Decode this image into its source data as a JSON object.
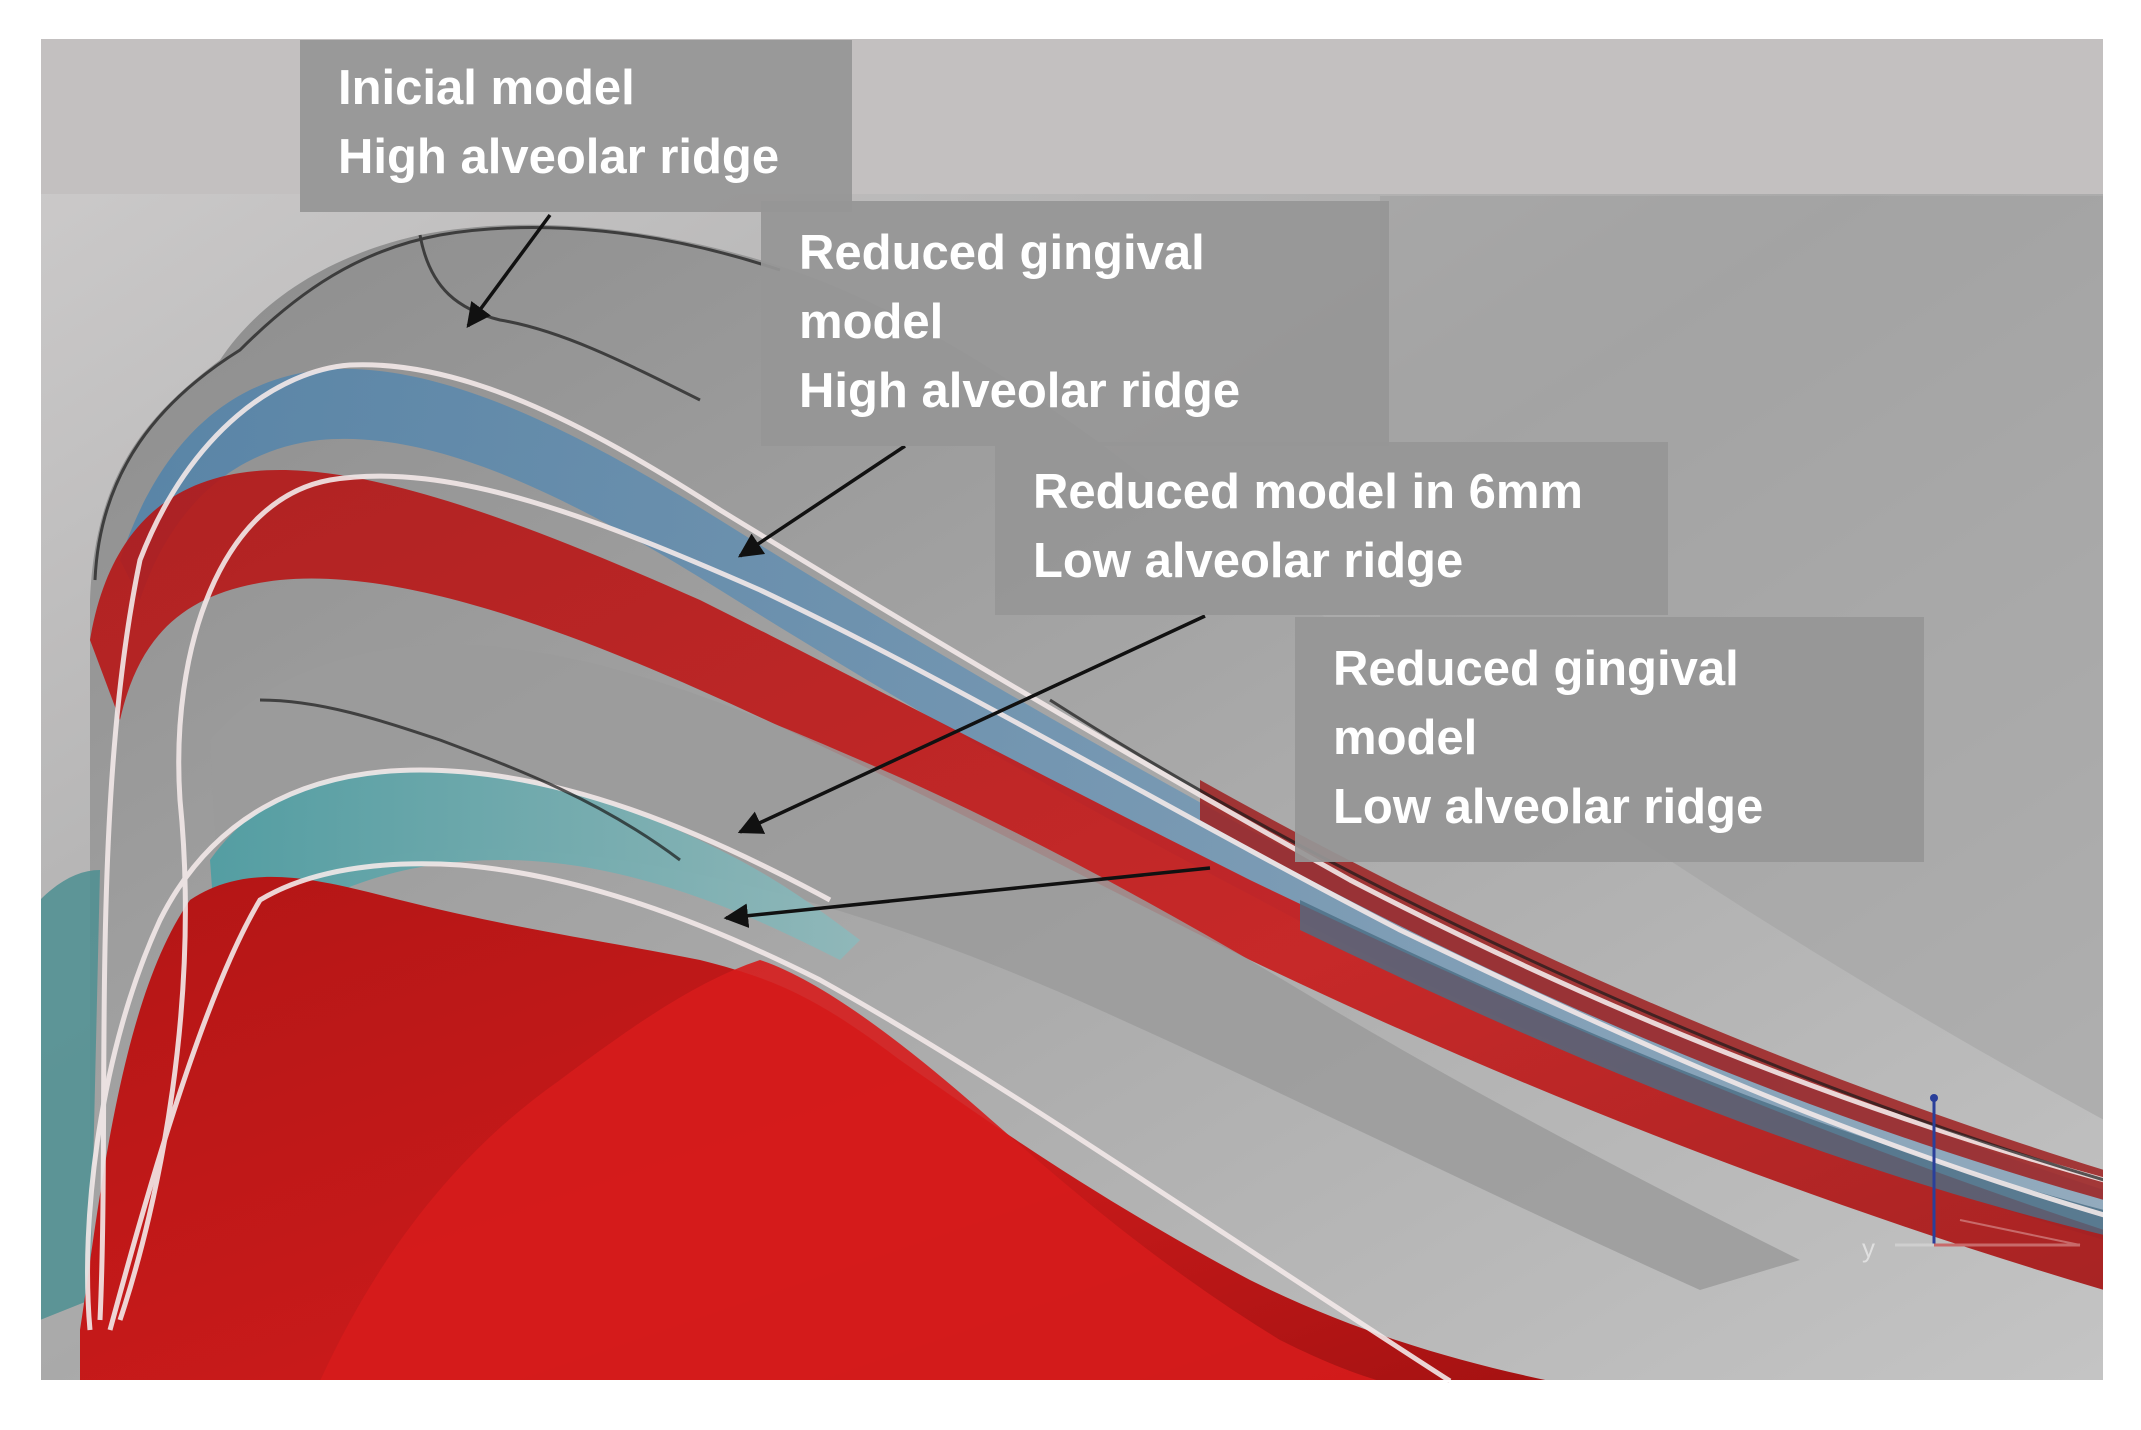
{
  "labels": [
    {
      "id": "initial-model-high-ridge",
      "lines": [
        "Inicial model",
        "High alveolar ridge"
      ]
    },
    {
      "id": "reduced-gingival-high-ridge",
      "lines": [
        "Reduced gingival",
        "model",
        "High alveolar ridge"
      ]
    },
    {
      "id": "reduced-6mm-low-ridge",
      "lines": [
        "Reduced model in 6mm",
        "Low alveolar ridge"
      ]
    },
    {
      "id": "reduced-gingival-low-ridge",
      "lines": [
        "Reduced gingival",
        "model",
        "Low alveolar ridge"
      ]
    }
  ],
  "axis_triad": {
    "y_label": "y"
  },
  "colors": {
    "model_red": "#c01818",
    "model_blue": "#5f8fb0",
    "model_teal": "#5fa6aa",
    "background_gray": "#b8b6b6",
    "label_box": "#969696"
  }
}
